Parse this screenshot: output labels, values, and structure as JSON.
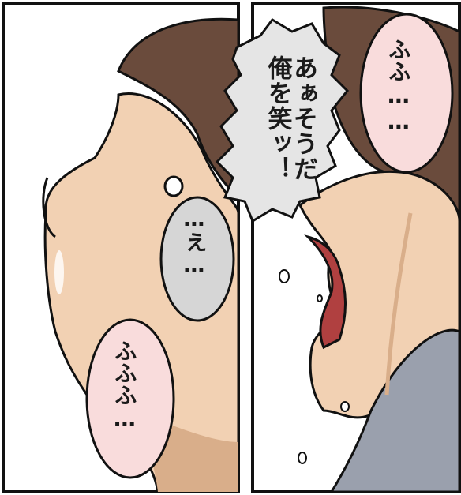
{
  "panels": {
    "left": {
      "bubbles": {
        "e": "…え…",
        "fufufu": "ふふふ…"
      }
    },
    "right": {
      "bubbles": {
        "shout": "あぁそうだ\n俺を笑ッ！",
        "fufu": "ふふ……"
      }
    }
  },
  "colors": {
    "skin": "#f2d1b3",
    "skin_shadow": "#d9ae8a",
    "hair": "#6a4b3c",
    "pink_bubble": "#f9dcdc",
    "gray_bubble": "#d6d6d6",
    "shout_bubble": "#e5e5e5",
    "shirt": "#9aa0ad"
  }
}
